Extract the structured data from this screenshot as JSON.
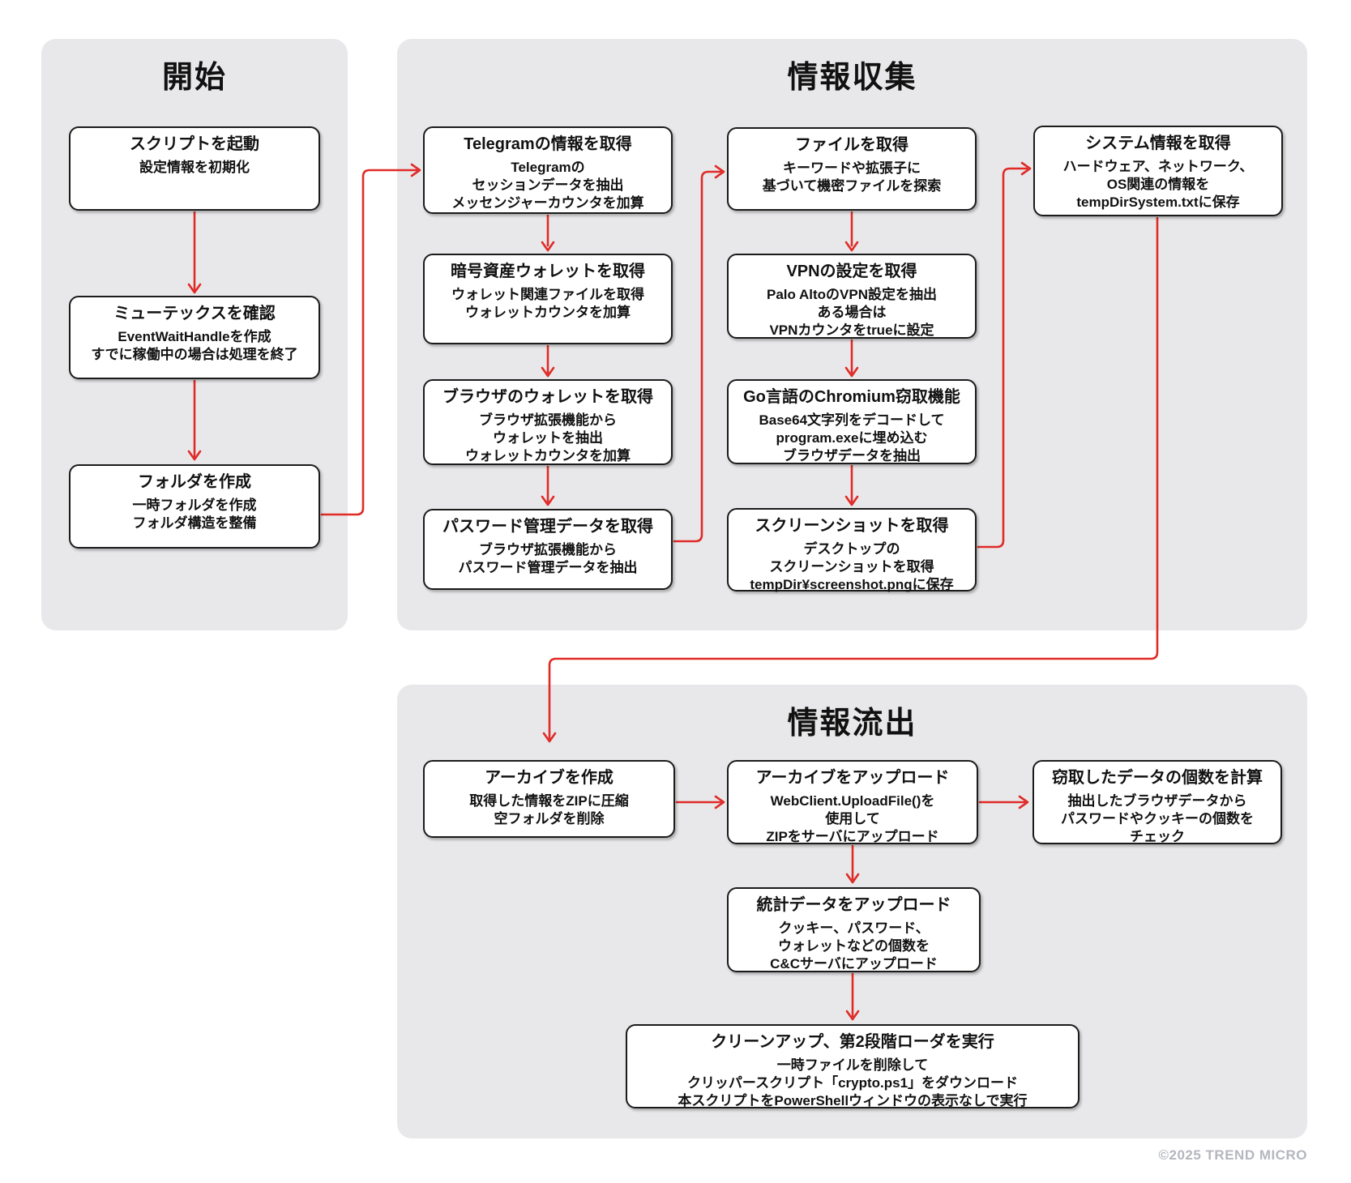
{
  "colors": {
    "background": "#ffffff",
    "panel_bg": "#e8e8ea",
    "arrow": "#e02b27",
    "box_border": "#1b1b1b",
    "footer_text": "#b4b7bf"
  },
  "panels": {
    "start": {
      "title": "開始"
    },
    "collect": {
      "title": "情報収集"
    },
    "exfil": {
      "title": "情報流出"
    }
  },
  "nodes": {
    "launch_script": {
      "title": "スクリプトを起動",
      "body": "設定情報を初期化"
    },
    "check_mutex": {
      "title": "ミューテックスを確認",
      "body": "EventWaitHandleを作成\nすでに稼働中の場合は処理を終了"
    },
    "create_folder": {
      "title": "フォルダを作成",
      "body": "一時フォルダを作成\nフォルダ構造を整備"
    },
    "telegram": {
      "title": "Telegramの情報を取得",
      "body": "Telegramの\nセッションデータを抽出\nメッセンジャーカウンタを加算"
    },
    "crypto_wallet": {
      "title": "暗号資産ウォレットを取得",
      "body": "ウォレット関連ファイルを取得\nウォレットカウンタを加算"
    },
    "browser_wallet": {
      "title": "ブラウザのウォレットを取得",
      "body": "ブラウザ拡張機能から\nウォレットを抽出\nウォレットカウンタを加算"
    },
    "password_manager": {
      "title": "パスワード管理データを取得",
      "body": "ブラウザ拡張機能から\nパスワード管理データを抽出"
    },
    "get_files": {
      "title": "ファイルを取得",
      "body": "キーワードや拡張子に\n基づいて機密ファイルを探索"
    },
    "vpn_config": {
      "title": "VPNの設定を取得",
      "body": "Palo AltoのVPN設定を抽出\nある場合は\nVPNカウンタをtrueに設定"
    },
    "go_chromium": {
      "title": "Go言語のChromium窃取機能",
      "body": "Base64文字列をデコードして\nprogram.exeに埋め込む\nブラウザデータを抽出"
    },
    "screenshot": {
      "title": "スクリーンショットを取得",
      "body": "デスクトップの\nスクリーンショットを取得\ntempDir¥screenshot.pngに保存"
    },
    "system_info": {
      "title": "システム情報を取得",
      "body": "ハードウェア、ネットワーク、\nOS関連の情報を\ntempDirSystem.txtに保存"
    },
    "create_archive": {
      "title": "アーカイブを作成",
      "body": "取得した情報をZIPに圧縮\n空フォルダを削除"
    },
    "upload_archive": {
      "title": "アーカイブをアップロード",
      "body": "WebClient.UploadFile()を\n使用して\nZIPをサーバにアップロード"
    },
    "count_stolen": {
      "title": "窃取したデータの個数を計算",
      "body": "抽出したブラウザデータから\nパスワードやクッキーの個数を\nチェック"
    },
    "upload_stats": {
      "title": "統計データをアップロード",
      "body": "クッキー、パスワード、\nウォレットなどの個数を\nC&Cサーバにアップロード"
    },
    "cleanup_loader": {
      "title": "クリーンアップ、第2段階ローダを実行",
      "body": "一時ファイルを削除して\nクリッパースクリプト「crypto.ps1」をダウンロード\n本スクリプトをPowerShellウィンドウの表示なしで実行"
    }
  },
  "footer": {
    "copyright": "©2025 TREND MICRO"
  }
}
